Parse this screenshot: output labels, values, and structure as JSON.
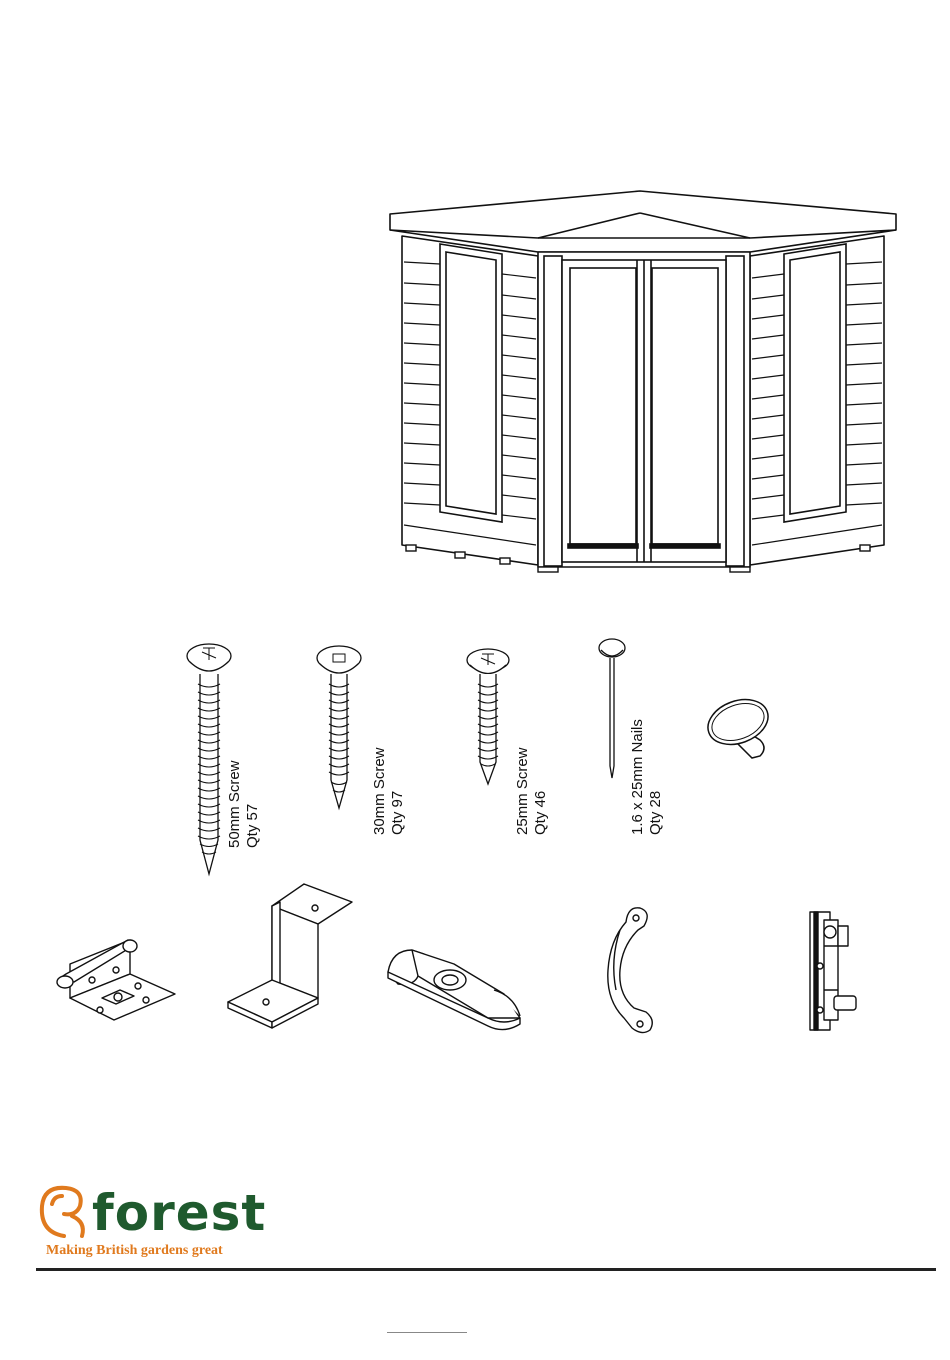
{
  "fixings": [
    {
      "name": "50mm Screw",
      "qty": "Qty 57"
    },
    {
      "name": "30mm Screw",
      "qty": "Qty 97"
    },
    {
      "name": "25mm Screw",
      "qty": "Qty 46"
    },
    {
      "name": "1.6 x 25mm Nails",
      "qty": "Qty 28"
    }
  ],
  "brand": {
    "name": "forest",
    "tagline": "Making British gardens great",
    "colors": {
      "green": "#1f5a2e",
      "orange": "#e07a1e"
    }
  },
  "hardware_icons": [
    "knob-icon",
    "hinge-icon",
    "z-bracket-icon",
    "turnbutton-icon",
    "handle-icon",
    "bolt-icon"
  ]
}
